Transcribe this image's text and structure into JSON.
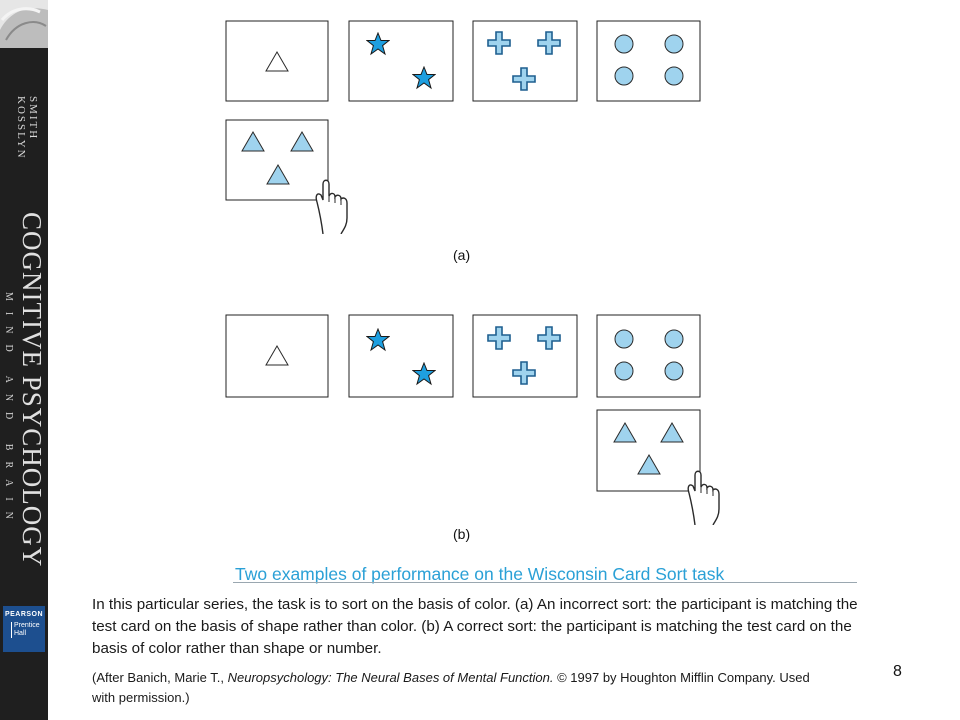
{
  "sidebar": {
    "authors": [
      "SMITH",
      "KOSSLYN"
    ],
    "book_title": "COGNITIVE PSYCHOLOGY",
    "book_subtitle": "MIND AND BRAIN",
    "publisher_line1": "PEARSON",
    "publisher_line2a": "Prentice",
    "publisher_line2b": "Hall"
  },
  "colors": {
    "shape_fill": "#9fd3ee",
    "star_fill": "#1e9fe0",
    "outline": "#2a2a2a",
    "caption_title": "#2aa0d6"
  },
  "figure": {
    "panel_a_label": "(a)",
    "panel_b_label": "(b)",
    "icons": [
      "hand-pointer-icon"
    ]
  },
  "caption": {
    "title": "Two examples of performance on the Wisconsin Card Sort task",
    "body": "In this particular series, the task is to sort on the basis of color. (a) An incorrect sort: the participant is matching the test card on the basis of shape rather than color. (b) A correct sort: the participant is matching the test card on the basis of color rather than shape or number.",
    "credit_prefix": "(After Banich, Marie T., ",
    "credit_title": "Neuropsychology: The Neural Bases of Mental Function.",
    "credit_suffix": " © 1997 by Houghton Mifflin Company. Used with permission.)"
  },
  "page_number": "8"
}
